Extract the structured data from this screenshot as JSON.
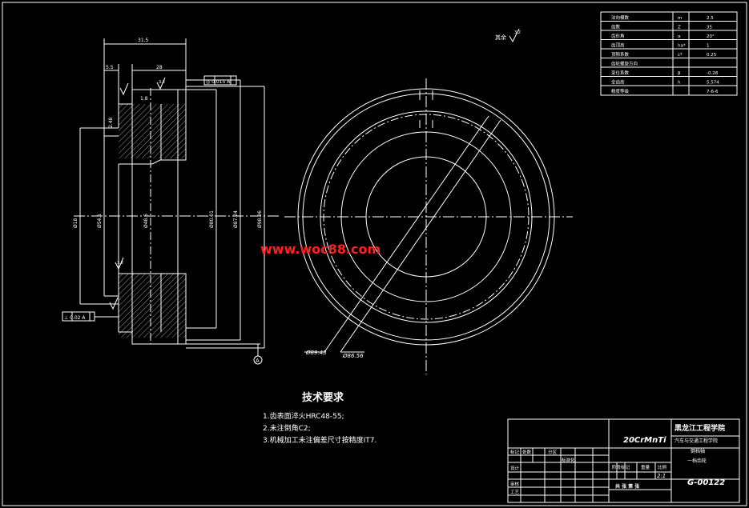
{
  "left_view": {
    "dims": {
      "top_overall": "31.5",
      "top_face": "28",
      "small_step": "5.5",
      "chamfer": "1.8",
      "left_small": "2.48",
      "d_bore": "Ø18",
      "d_bore2": "Ø54.1",
      "d_mid": "Ø48.5",
      "d_body": "Ø80.01",
      "d_pitch": "Ø87.24",
      "d_tip": "Ø98.96"
    },
    "roughness_top": "3.2",
    "roughness_bottom": "3.2",
    "tol_top": "◎ 0.015 A",
    "tol_bottom": "⊥ 0.02 A",
    "datum": "A"
  },
  "right_view": {
    "d1": "Ø89.43",
    "d2": "Ø86.56"
  },
  "rest_roughness": {
    "label": "其余",
    "value": "3.2"
  },
  "watermark": "www.woc88.com",
  "param_table": {
    "rows": [
      {
        "name": "法向模数",
        "sym": "m",
        "val": "2.5"
      },
      {
        "name": "齿数",
        "sym": "Z",
        "val": "35"
      },
      {
        "name": "齿形角",
        "sym": "α",
        "val": "20°"
      },
      {
        "name": "齿顶高",
        "sym": "ha*",
        "val": "1"
      },
      {
        "name": "顶隙系数",
        "sym": "c*",
        "val": "0.25"
      },
      {
        "name": "齿轮螺旋方向",
        "sym": "",
        "val": ""
      },
      {
        "name": "变位系数",
        "sym": "β",
        "val": "-0.28"
      },
      {
        "name": "全齿高",
        "sym": "h",
        "val": "5.574"
      },
      {
        "name": "精度等级",
        "sym": "",
        "val": "7-6-6"
      }
    ]
  },
  "tech_req": {
    "title": "技术要求",
    "items": [
      "1.齿表面淬火HRC48-55;",
      "2.未注倒角C2;",
      "3.机械加工未注偏差尺寸按精度IT7."
    ]
  },
  "title_block": {
    "material": "20CrMnTi",
    "school": "黑龙江工程学院",
    "dept": "汽车与交通工程学院",
    "part_name_1": "倒档轴",
    "part_name_2": "一档齿轮",
    "row_labels": [
      "标记",
      "处数",
      "分区",
      "设计",
      "标准化",
      "审核",
      "工艺"
    ],
    "stage_label": "阶段标记",
    "weight_label": "重量",
    "scale_label": "比例",
    "scale": "2:1",
    "sheets": "共 张 第 张",
    "drawing_no": "G-00122"
  }
}
